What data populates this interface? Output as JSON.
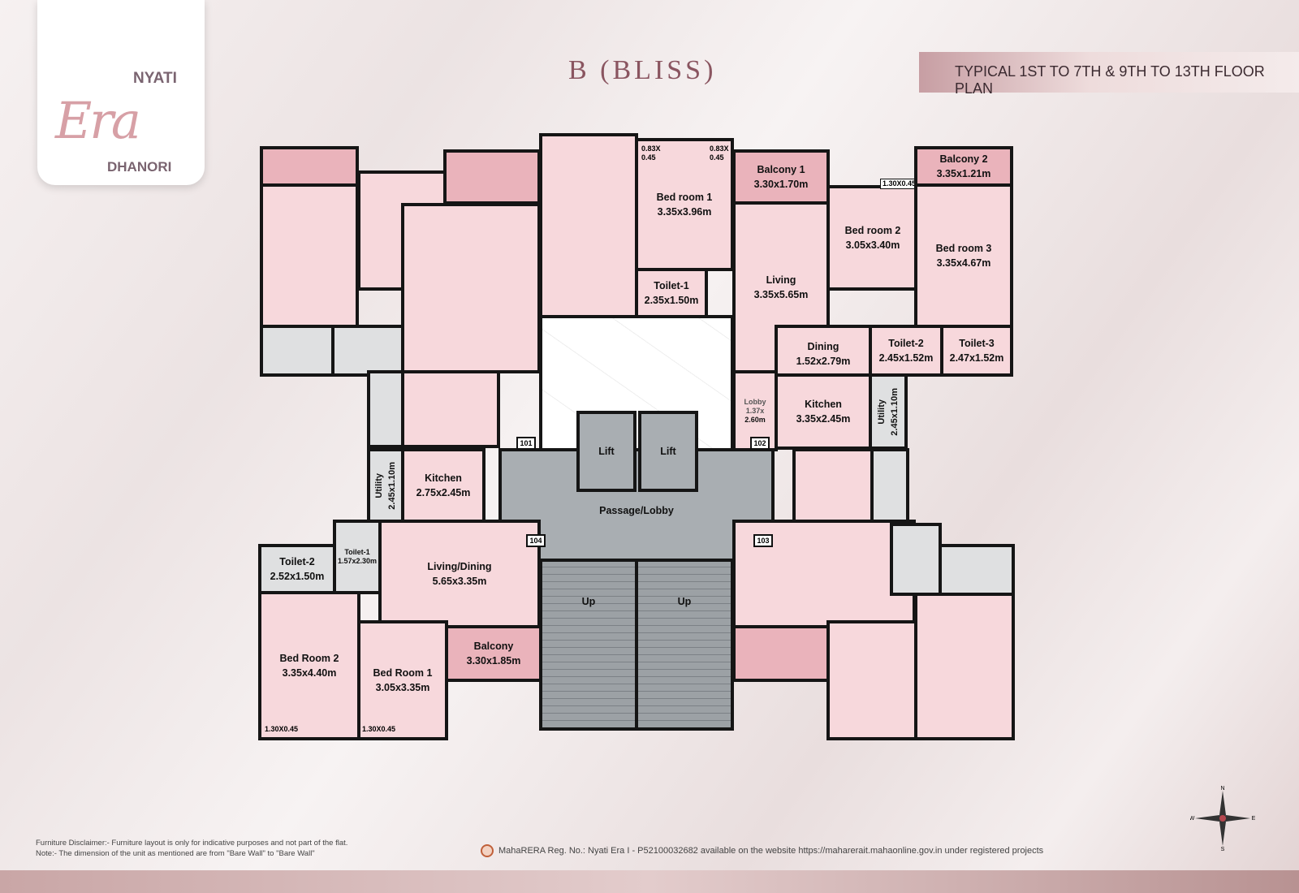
{
  "logo": {
    "brand": "NYATI",
    "script": "Era",
    "location": "DHANORI"
  },
  "title": "B (BLISS)",
  "banner": "TYPICAL 1ST TO 7TH & 9TH TO 13TH FLOOR PLAN",
  "rooms": {
    "bed1_102": {
      "name": "Bed room 1",
      "size": "3.35x3.96m"
    },
    "toilet1_102": {
      "name": "Toilet-1",
      "size": "2.35x1.50m"
    },
    "balcony1": {
      "name": "Balcony 1",
      "size": "3.30x1.70m"
    },
    "living_102": {
      "name": "Living",
      "size": "3.35x5.65m"
    },
    "bed2_102": {
      "name": "Bed room 2",
      "size": "3.05x3.40m"
    },
    "balcony2": {
      "name": "Balcony 2",
      "size": "3.35x1.21m"
    },
    "bed3_102": {
      "name": "Bed room 3",
      "size": "3.35x4.67m"
    },
    "dining_102": {
      "name": "Dining",
      "size": "1.52x2.79m"
    },
    "toilet2_102": {
      "name": "Toilet-2",
      "size": "2.45x1.52m"
    },
    "toilet3_102": {
      "name": "Toilet-3",
      "size": "2.47x1.52m"
    },
    "lobby_102": {
      "name": "Lobby",
      "size1": "1.37x",
      "size2": "2.60m"
    },
    "kitchen_102": {
      "name": "Kitchen",
      "size": "3.35x2.45m"
    },
    "utility_102": {
      "name": "Utility",
      "size": "2.45x1.10m"
    },
    "utility_104": {
      "name": "Utility",
      "size": "2.45x1.10m"
    },
    "kitchen_104": {
      "name": "Kitchen",
      "size": "2.75x2.45m"
    },
    "toilet1_104": {
      "name": "Toilet-1",
      "size": "1.57x2.30m"
    },
    "toilet2_104": {
      "name": "Toilet-2",
      "size": "2.52x1.50m"
    },
    "living_104": {
      "name": "Living/Dining",
      "size": "5.65x3.35m"
    },
    "bed2_104": {
      "name": "Bed Room 2",
      "size": "3.35x4.40m"
    },
    "bed1_104": {
      "name": "Bed Room 1",
      "size": "3.05x3.35m"
    },
    "balcony_104": {
      "name": "Balcony",
      "size": "3.30x1.85m"
    },
    "passage": "Passage/Lobby",
    "lift": "Lift",
    "up": "Up"
  },
  "small_dims": {
    "a": "0.83X",
    "b": "0.45",
    "c": "1.30X0.45",
    "d": "1.30X0.45",
    "e": "1.30X0.45"
  },
  "units": [
    "101",
    "102",
    "103",
    "104"
  ],
  "footer": {
    "disclaimer": "Furniture Disclaimer:- Furniture layout is only for indicative purposes and not part of the flat.",
    "note": "Note:- The dimension of the unit as mentioned are from \"Bare Wall\" to \"Bare Wall\"",
    "rera": "MahaRERA Reg. No.: Nyati Era I - P52100032682 available on the website https://maharerait.mahaonline.gov.in under registered projects"
  },
  "compass": {
    "n": "N",
    "e": "E",
    "s": "S",
    "w": "W"
  }
}
